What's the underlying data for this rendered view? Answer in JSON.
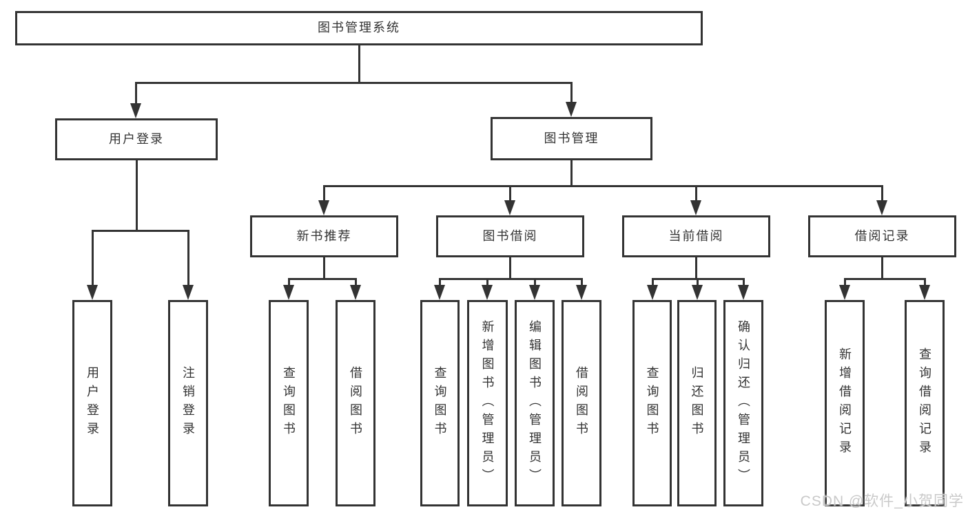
{
  "diagram": {
    "root": "图书管理系统",
    "user_login": "用户登录",
    "book_management": "图书管理",
    "new_book_recommend": "新书推荐",
    "book_borrowing": "图书借阅",
    "current_borrowing": "当前借阅",
    "borrowing_records": "借阅记录",
    "leaf_user_login": "用户登录",
    "leaf_logout": "注销登录",
    "recommend_query_books": "查询图书",
    "recommend_borrow_books": "借阅图书",
    "borrowing_query_books": "查询图书",
    "borrowing_add_books": "新增图书（管理员）",
    "borrowing_edit_books": "编辑图书（管理员）",
    "borrowing_borrow_books": "借阅图书",
    "current_query_books": "查询图书",
    "current_return_books": "归还图书",
    "current_confirm_return": "确认归还（管理员）",
    "records_add_record": "新增借阅记录",
    "records_query_record": "查询借阅记录"
  },
  "watermark": "CSDN @软件_小贺同学",
  "colors": {
    "line": "#333333",
    "background": "#ffffff",
    "watermark": "#c9c9c9"
  }
}
